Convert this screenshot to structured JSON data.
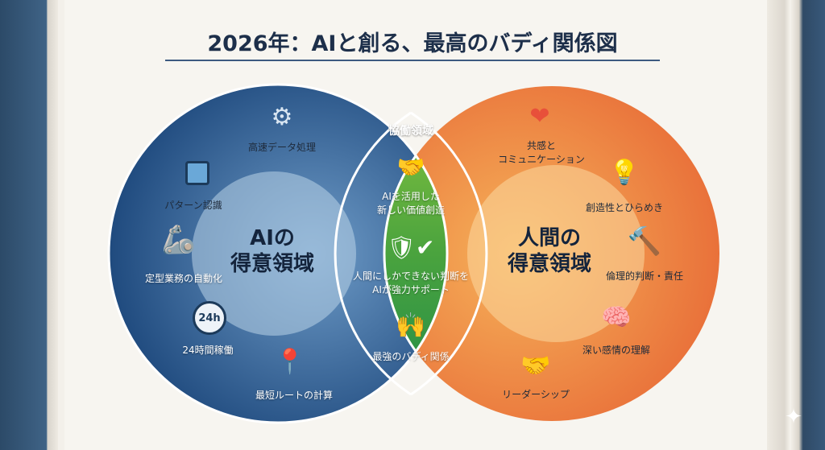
{
  "title": "2026年：AIと創る、最高のバディ関係図",
  "ai": {
    "heading_line1": "AIの",
    "heading_line2": "得意領域",
    "items": [
      {
        "label": "高速データ処理",
        "icon": "gear-icon"
      },
      {
        "label": "パターン認識",
        "icon": "chip-icon"
      },
      {
        "label": "定型業務の自動化",
        "icon": "robot-arm-icon"
      },
      {
        "label": "24時間稼働",
        "icon": "clock-24h-icon",
        "icon_text": "24h"
      },
      {
        "label": "最短ルートの計算",
        "icon": "map-pin-route-icon"
      }
    ]
  },
  "collab": {
    "heading": "協働領域",
    "items": [
      {
        "line1": "AIを活用した",
        "line2": "新しい価値創造",
        "icon": "hand-robot-growth-icon"
      },
      {
        "line1": "人間にしかできない判断を",
        "line2": "AIが強力サポート",
        "icon": "shield-check-head-icon"
      },
      {
        "line1": "最強のバディ関係",
        "icon": "high-five-icon"
      }
    ]
  },
  "human": {
    "heading_line1": "人間の",
    "heading_line2": "得意領域",
    "items": [
      {
        "line1": "共感と",
        "line2": "コミュニケーション",
        "icon": "heart-icon"
      },
      {
        "label": "創造性とひらめき",
        "icon": "lightbulb-icon"
      },
      {
        "label": "倫理的判断・責任",
        "icon": "gavel-icon"
      },
      {
        "label": "深い感情の理解",
        "icon": "brain-head-icon"
      },
      {
        "label": "リーダーシップ",
        "icon": "handshake-icon"
      }
    ]
  },
  "colors": {
    "ai": "#2f5f95",
    "collab": "#3e9a3e",
    "human": "#ee8a3a",
    "title": "#1d2f4a"
  }
}
